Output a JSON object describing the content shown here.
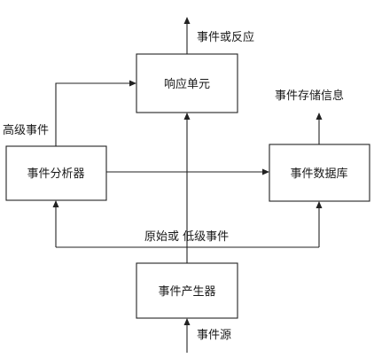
{
  "diagram": {
    "nodes": {
      "response_unit": "响应单元",
      "event_analyzer": "事件分析器",
      "event_database": "事件数据库",
      "event_generator": "事件产生器"
    },
    "edge_labels": {
      "event_or_response": "事件或反应",
      "event_storage_info": "事件存储信息",
      "high_level_events": "高级事件",
      "raw_or_low_level_events": "原始或 低级事件",
      "event_source": "事件源"
    }
  }
}
